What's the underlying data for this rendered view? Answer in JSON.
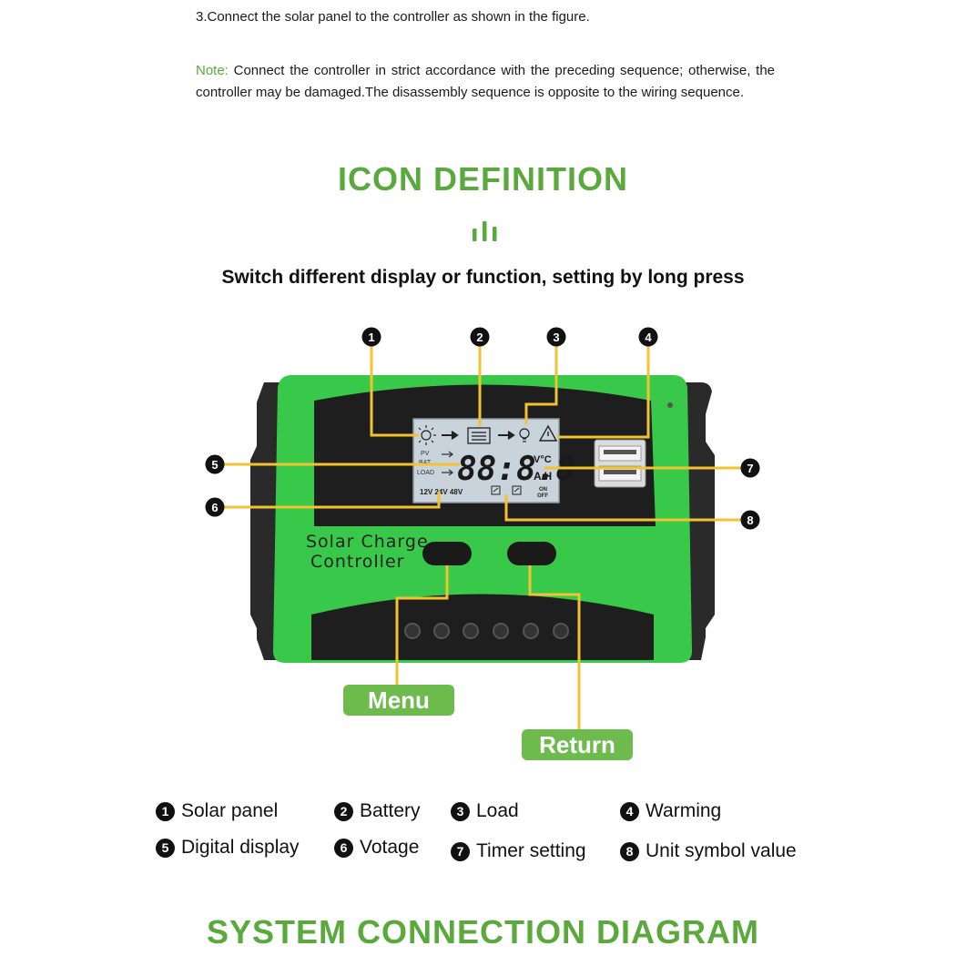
{
  "intro": {
    "step": "3.Connect the solar panel to the controller as shown in the figure.",
    "note_label": "Note:",
    "note_text": " Connect the controller in strict accordance with the preceding sequence; otherwise, the controller may be damaged.The disassembly sequence is opposite to the wiring sequence."
  },
  "icon_section": {
    "title": "ICON DEFINITION",
    "subtitle": "Switch different display or function, setting by long press"
  },
  "device": {
    "brand_line1": "Solar Charge",
    "brand_line2": "Controller",
    "lcd": {
      "row_labels": [
        "PV",
        "BAT",
        "LOAD"
      ],
      "digits": "88:8.8",
      "unit_top": "V°C",
      "unit_bottom": "A H",
      "voltages": "12V 24V 48V",
      "onoff_top": "ON",
      "onoff_bottom": "OFF"
    },
    "callout_numbers": [
      "1",
      "2",
      "3",
      "4",
      "5",
      "6",
      "7",
      "8"
    ]
  },
  "buttons": {
    "menu": "Menu",
    "return": "Return"
  },
  "legend": [
    {
      "num": "1",
      "label": "Solar panel"
    },
    {
      "num": "2",
      "label": "Battery"
    },
    {
      "num": "3",
      "label": "Load"
    },
    {
      "num": "4",
      "label": "Warming"
    },
    {
      "num": "5",
      "label": "Digital display"
    },
    {
      "num": "6",
      "label": "Votage"
    },
    {
      "num": "7",
      "label": "Timer setting"
    },
    {
      "num": "8",
      "label": "Unit symbol value"
    }
  ],
  "next_section": {
    "title": "SYSTEM CONNECTION DIAGRAM"
  },
  "colors": {
    "accent_green": "#5aa93c",
    "device_green": "#39c94a",
    "device_dark": "#2a2a2a",
    "callout_yellow": "#f2c230",
    "pill_green": "#6dbb4d",
    "lcd_bg": "#c9d3db"
  }
}
